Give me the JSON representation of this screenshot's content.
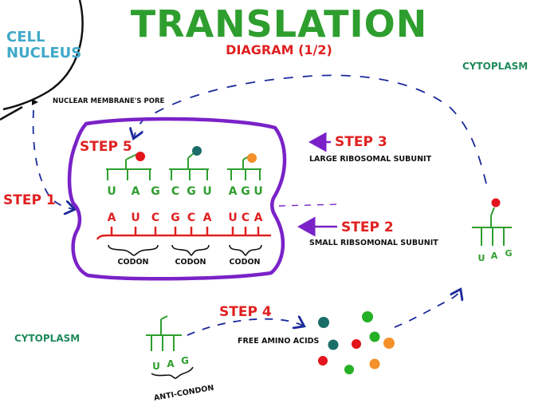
{
  "title": "TRANSLATION",
  "subtitle": "DIAGRAM (1/2)",
  "labels": {
    "cell_nucleus_1": "CELL",
    "cell_nucleus_2": "NUCLEUS",
    "cytoplasm_top": "CYTOPLASM",
    "cytoplasm_bottom": "CYTOPLASM",
    "nuclear_pore": "NUCLEAR MEMBRANE'S PORE",
    "large_subunit": "LARGE RIBOSOMAL SUBUNIT",
    "small_subunit": "SMALL RIBSOMONAL SUBUNIT",
    "free_amino_acids": "FREE AMINO ACIDS",
    "anti_codon": "ANTI-CONDON"
  },
  "steps": {
    "step1": "STEP 1",
    "step2": "STEP 2",
    "step3": "STEP 3",
    "step4": "STEP 4",
    "step5": "STEP 5"
  },
  "ribosome": {
    "trna_bases": [
      [
        "U",
        "A",
        "G"
      ],
      [
        "C",
        "G",
        "U"
      ],
      [
        "A",
        "G",
        "U"
      ]
    ],
    "mrna_bases": [
      [
        "A",
        "U",
        "C"
      ],
      [
        "G",
        "C",
        "A"
      ],
      [
        "U",
        "C",
        "A"
      ]
    ],
    "codon_labels": [
      "CODON",
      "CODON",
      "CODON"
    ]
  },
  "free_trna": {
    "bases": [
      "U",
      "A",
      "G"
    ]
  },
  "incoming_trna": {
    "bases": [
      "U",
      "A",
      "G"
    ]
  },
  "colors": {
    "title_green": "#2e9e2e",
    "red": "#e02020",
    "blue_label": "#3fa9c9",
    "green_label": "#1f8a5a",
    "purple": "#7a22c8",
    "navy_dash": "#1c2a9c",
    "amino_red": "#e3141b",
    "amino_teal": "#1b6e68",
    "amino_orange": "#f5902a",
    "amino_green": "#24b024"
  }
}
